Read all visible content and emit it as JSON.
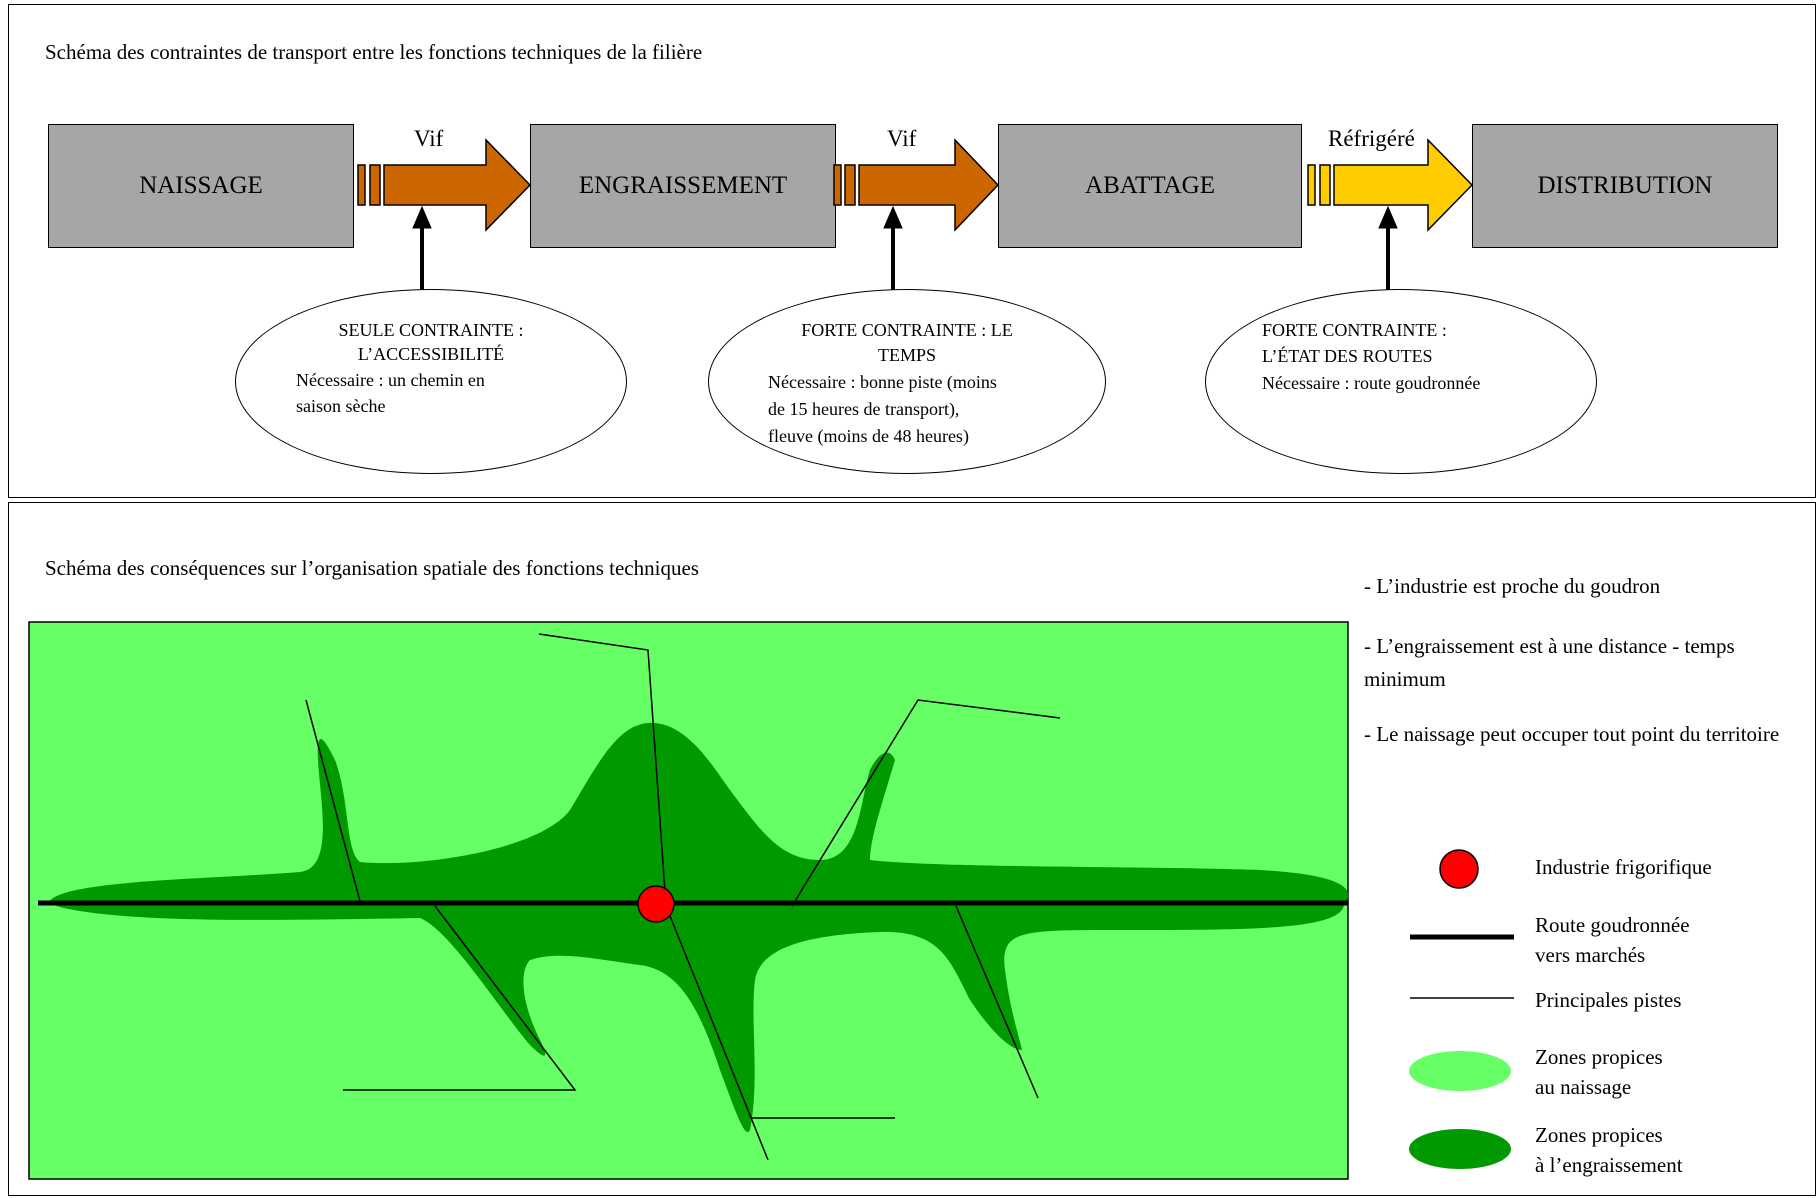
{
  "panel1": {
    "title": "Schéma des contraintes de transport entre les fonctions techniques de la filière",
    "stages": [
      "NAISSAGE",
      "ENGRAISSEMENT",
      "ABATTAGE",
      "DISTRIBUTION"
    ],
    "arrows": [
      {
        "label": "Vif",
        "color": "#cc6600"
      },
      {
        "label": "Vif",
        "color": "#cc6600"
      },
      {
        "label": "Réfrigéré",
        "color": "#ffcc00"
      }
    ],
    "constraints": [
      {
        "line1": "SEULE CONTRAINTE :",
        "line2": "L’ACCESSIBILITÉ",
        "detail1": "Nécessaire : un chemin en",
        "detail2": "saison sèche"
      },
      {
        "line1": "FORTE CONTRAINTE :  LE",
        "line2": "TEMPS",
        "detail1": "Nécessaire : bonne piste (moins",
        "detail2": "de 15 heures de transport),",
        "detail3": "fleuve (moins de 48 heures)"
      },
      {
        "line1": "FORTE  CONTRAINTE :",
        "line2": "L’ÉTAT DES ROUTES",
        "detail1": "Nécessaire : route goudronnée"
      }
    ]
  },
  "panel2": {
    "title": "Schéma des conséquences sur l’organisation spatiale des fonctions techniques",
    "notes": [
      "- L’industrie est proche du goudron",
      "- L’engraissement est à une distance - temps minimum",
      "- Le naissage peut occuper tout point du territoire"
    ],
    "legend": {
      "industry": "Industrie frigorifique",
      "road_1": "Route goudronnée",
      "road_2": "vers marchés",
      "tracks": "Principales pistes",
      "naissage_1": "Zones propices",
      "naissage_2": "au naissage",
      "engraissement_1": "Zones propices",
      "engraissement_2": "à l’engraissement"
    },
    "colors": {
      "light_green": "#66ff66",
      "dark_green": "#009900",
      "industry_red": "#ff0000"
    }
  }
}
